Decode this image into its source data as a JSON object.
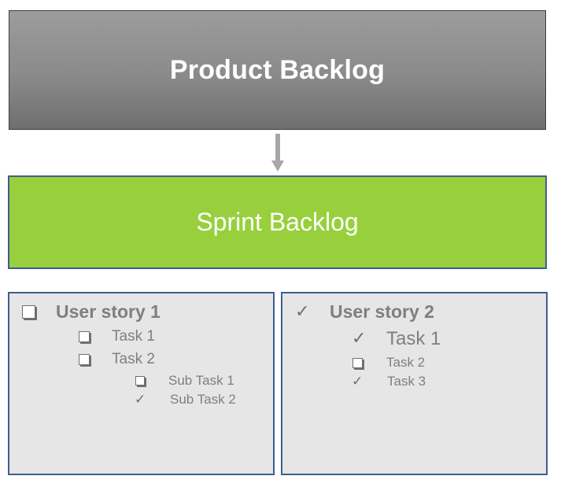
{
  "product_backlog": {
    "title": "Product Backlog"
  },
  "sprint_backlog": {
    "title": "Sprint Backlog"
  },
  "stories": [
    {
      "title": "User story 1",
      "status": "unchecked-box",
      "tasks": [
        {
          "title": "Task 1",
          "status": "unchecked-box"
        },
        {
          "title": "Task 2",
          "status": "unchecked-box"
        },
        {
          "title": "Sub Task 1",
          "status": "unchecked-box"
        },
        {
          "title": "Sub Task 2",
          "status": "checkmark"
        }
      ]
    },
    {
      "title": "User story 2",
      "status": "checkmark",
      "tasks": [
        {
          "title": "Task 1",
          "status": "checkmark"
        },
        {
          "title": "Task 2",
          "status": "unchecked-box"
        },
        {
          "title": "Task 3",
          "status": "checkmark"
        }
      ]
    }
  ],
  "colors": {
    "product_gradient_top": "#9c9c9c",
    "product_gradient_bottom": "#6f6f6f",
    "sprint_green": "#97d03c",
    "story_panel": "#e6e6e6",
    "border_blue": "#3e5e8f",
    "text_gray": "#7f7f7f"
  }
}
